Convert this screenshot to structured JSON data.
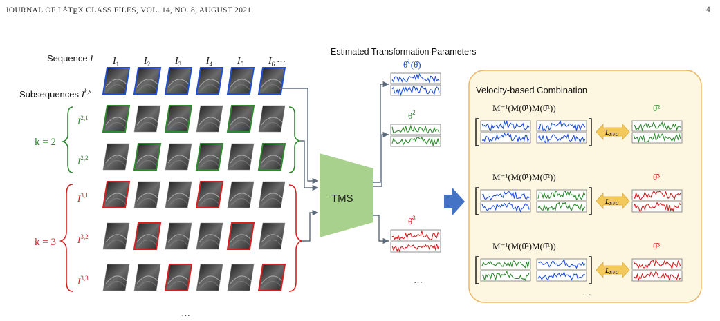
{
  "header": {
    "left": "JOURNAL OF LATEX CLASS FILES, VOL. 14, NO. 8, AUGUST 2021",
    "page_number": "4"
  },
  "figure": {
    "sequence_label": "Sequence I",
    "subsequences_label": "Subsequences I^{k,s}",
    "frame_labels": [
      "I1",
      "I2",
      "I3",
      "I4",
      "I5",
      "I6",
      "…"
    ],
    "k2_label": "k = 2",
    "k3_label": "k = 3",
    "row_labels": [
      "I^{2,1}",
      "I^{2,2}",
      "I^{3,1}",
      "I^{3,2}",
      "I^{3,3}"
    ],
    "bottom_ellipsis": "…",
    "estimated_title": "Estimated Transformation Parameters",
    "param_labels": [
      "θ̂¹(θ̂)",
      "θ̂²",
      "θ̂³"
    ],
    "param_ellipsis": "…",
    "tms_label": "TMS",
    "combo": {
      "title": "Velocity-based Combination",
      "loss_label": "LSVC",
      "ellipsis": "…",
      "rows": [
        {
          "formula": "M⁻¹(M(θ̂¹)M(θ̂¹))",
          "target": "θ̂²"
        },
        {
          "formula": "M⁻¹(M(θ̂¹)M(θ̂²))",
          "target": "θ̂³"
        },
        {
          "formula": "M⁻¹(M(θ̂²)M(θ̂¹))",
          "target": "θ̂³"
        }
      ]
    },
    "colors": {
      "blue": "#1f4fd6",
      "green": "#2d8a2d",
      "red": "#d62020",
      "tms": "#a9d18e",
      "panel_bg": "#fdf6e0",
      "panel_border": "#e8b86a",
      "arrow_gold": "#f2c95a",
      "big_arrow": "#4472c4"
    }
  }
}
